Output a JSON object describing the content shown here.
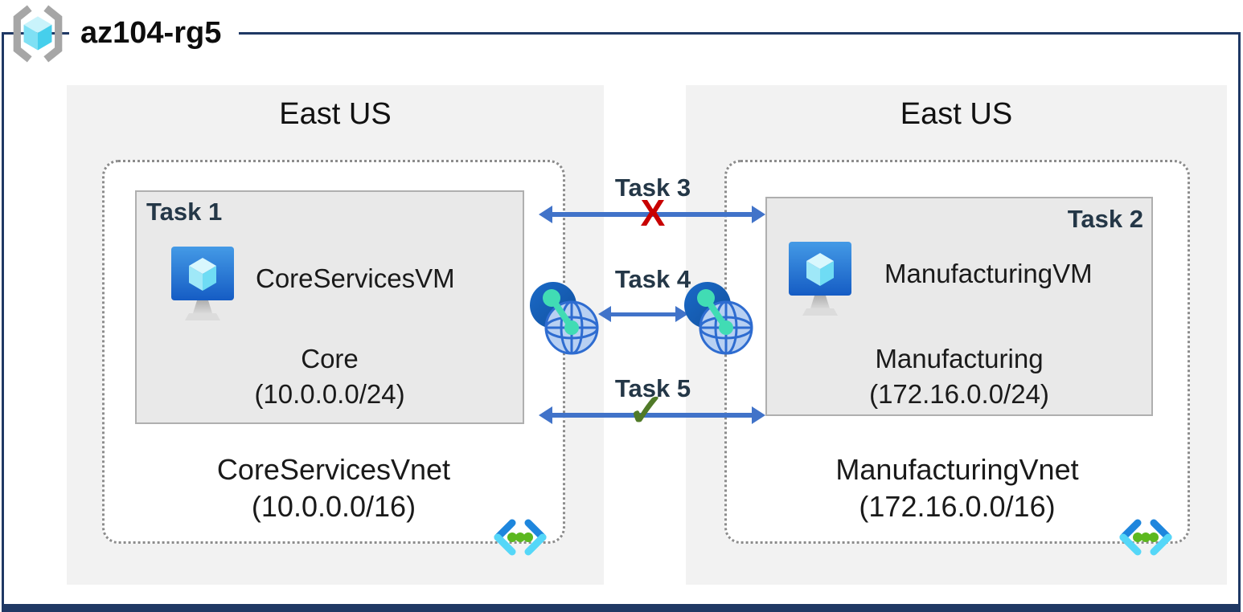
{
  "resource_group": {
    "name": "az104-rg5"
  },
  "regions": [
    {
      "location": "East US",
      "vnet": {
        "name": "CoreServicesVnet",
        "cidr": "(10.0.0.0/16)"
      },
      "subnet": {
        "task_label": "Task 1",
        "vm_name": "CoreServicesVM",
        "name": "Core",
        "cidr": "(10.0.0.0/24)"
      }
    },
    {
      "location": "East US",
      "vnet": {
        "name": "ManufacturingVnet",
        "cidr": "(172.16.0.0/16)"
      },
      "subnet": {
        "task_label": "Task 2",
        "vm_name": "ManufacturingVM",
        "name": "Manufacturing",
        "cidr": "(172.16.0.0/24)"
      }
    }
  ],
  "connections": [
    {
      "label": "Task 3",
      "marker": "X"
    },
    {
      "label": "Task 4",
      "marker": ""
    },
    {
      "label": "Task 5",
      "marker": "✓"
    }
  ],
  "icons": {
    "resource_group": "brackets-cube-icon",
    "vm": "monitor-cube-icon",
    "vnet": "chevrons-dots-icon",
    "peering": "globe-link-icon"
  },
  "colors": {
    "frame": "#1f3864",
    "region_fill": "#f2f2f2",
    "subnet_fill": "#e9e9e9",
    "arrow": "#4173c9",
    "blocked_x": "#c80000",
    "allowed_check": "#507a28",
    "task_text": "#243747"
  }
}
